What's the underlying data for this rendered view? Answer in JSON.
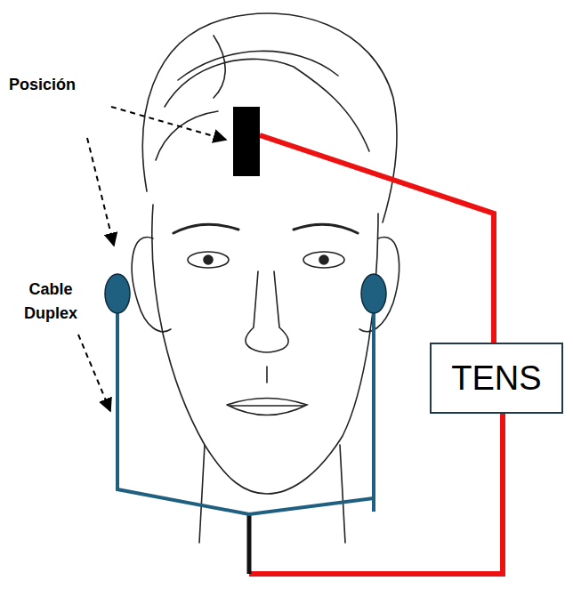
{
  "diagram": {
    "nodes": [
      {
        "text": [
          "TENS"
        ]
      }
    ],
    "labels": [
      "Posición",
      "Cable Duplex"
    ]
  }
}
